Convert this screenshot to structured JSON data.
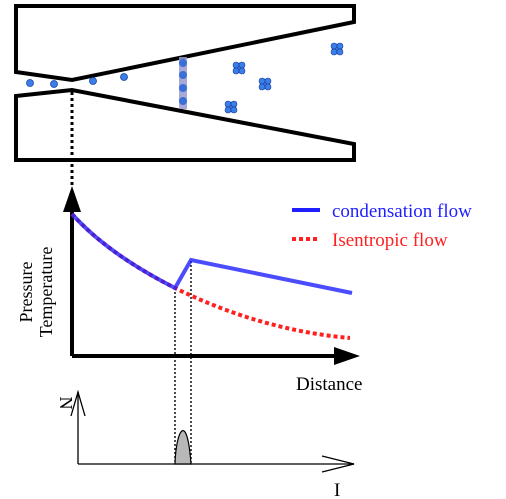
{
  "legend": {
    "condensation": "condensation flow",
    "isentropic": "Isentropic flow"
  },
  "axes": {
    "main_ylabel_line1": "Pressure",
    "main_ylabel_line2": "Temperature",
    "main_xlabel": "Distance",
    "dist_ylabel": "N",
    "dist_xlabel": "I"
  },
  "colors": {
    "condensation": "#1f1fff",
    "isentropic": "#ff2020",
    "particle": "#3a7ee8",
    "droplet_fill": "#b8b8b8",
    "shock_band": "#9a9ad0",
    "outline": "#000000"
  }
}
